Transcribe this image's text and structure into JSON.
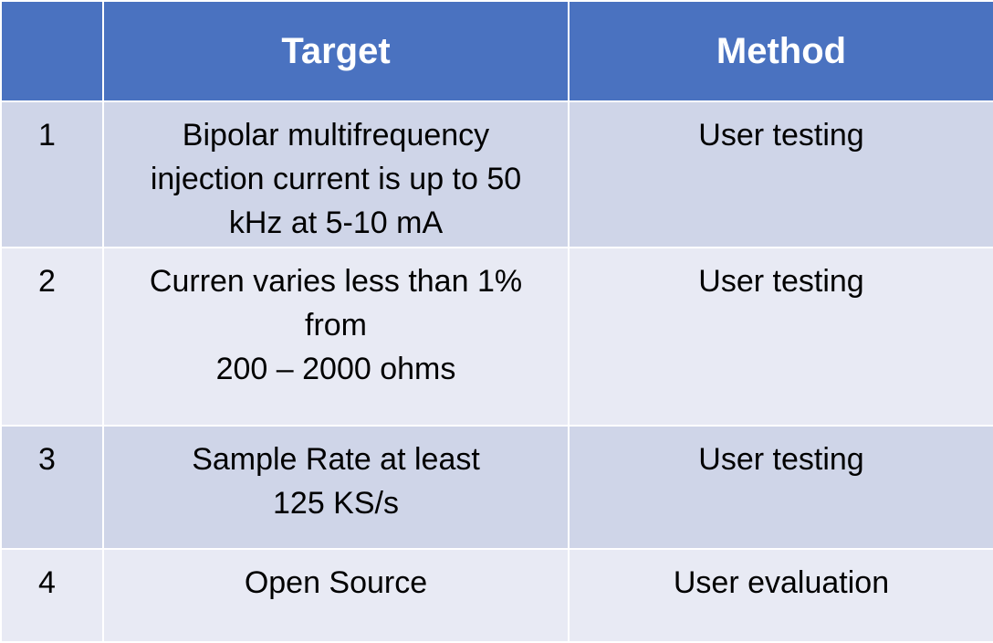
{
  "table": {
    "headers": [
      "",
      "Target",
      "Method"
    ],
    "rows": [
      {
        "num": "1",
        "target_lines": [
          "Bipolar multifrequency",
          "injection current is up to 50",
          "kHz at 5-10 mA"
        ],
        "method": "User testing"
      },
      {
        "num": "2",
        "target_lines": [
          "Curren varies less than 1%",
          "from",
          "200 – 2000 ohms"
        ],
        "method": "User testing"
      },
      {
        "num": "3",
        "target_lines": [
          "Sample Rate at least",
          "125 KS/s"
        ],
        "method": "User testing"
      },
      {
        "num": "4",
        "target_lines": [
          "Open Source"
        ],
        "method": "User evaluation"
      }
    ]
  },
  "colors": {
    "header_bg": "#4a72c0",
    "row_odd_bg": "#cfd5e8",
    "row_even_bg": "#e8eaf4"
  }
}
